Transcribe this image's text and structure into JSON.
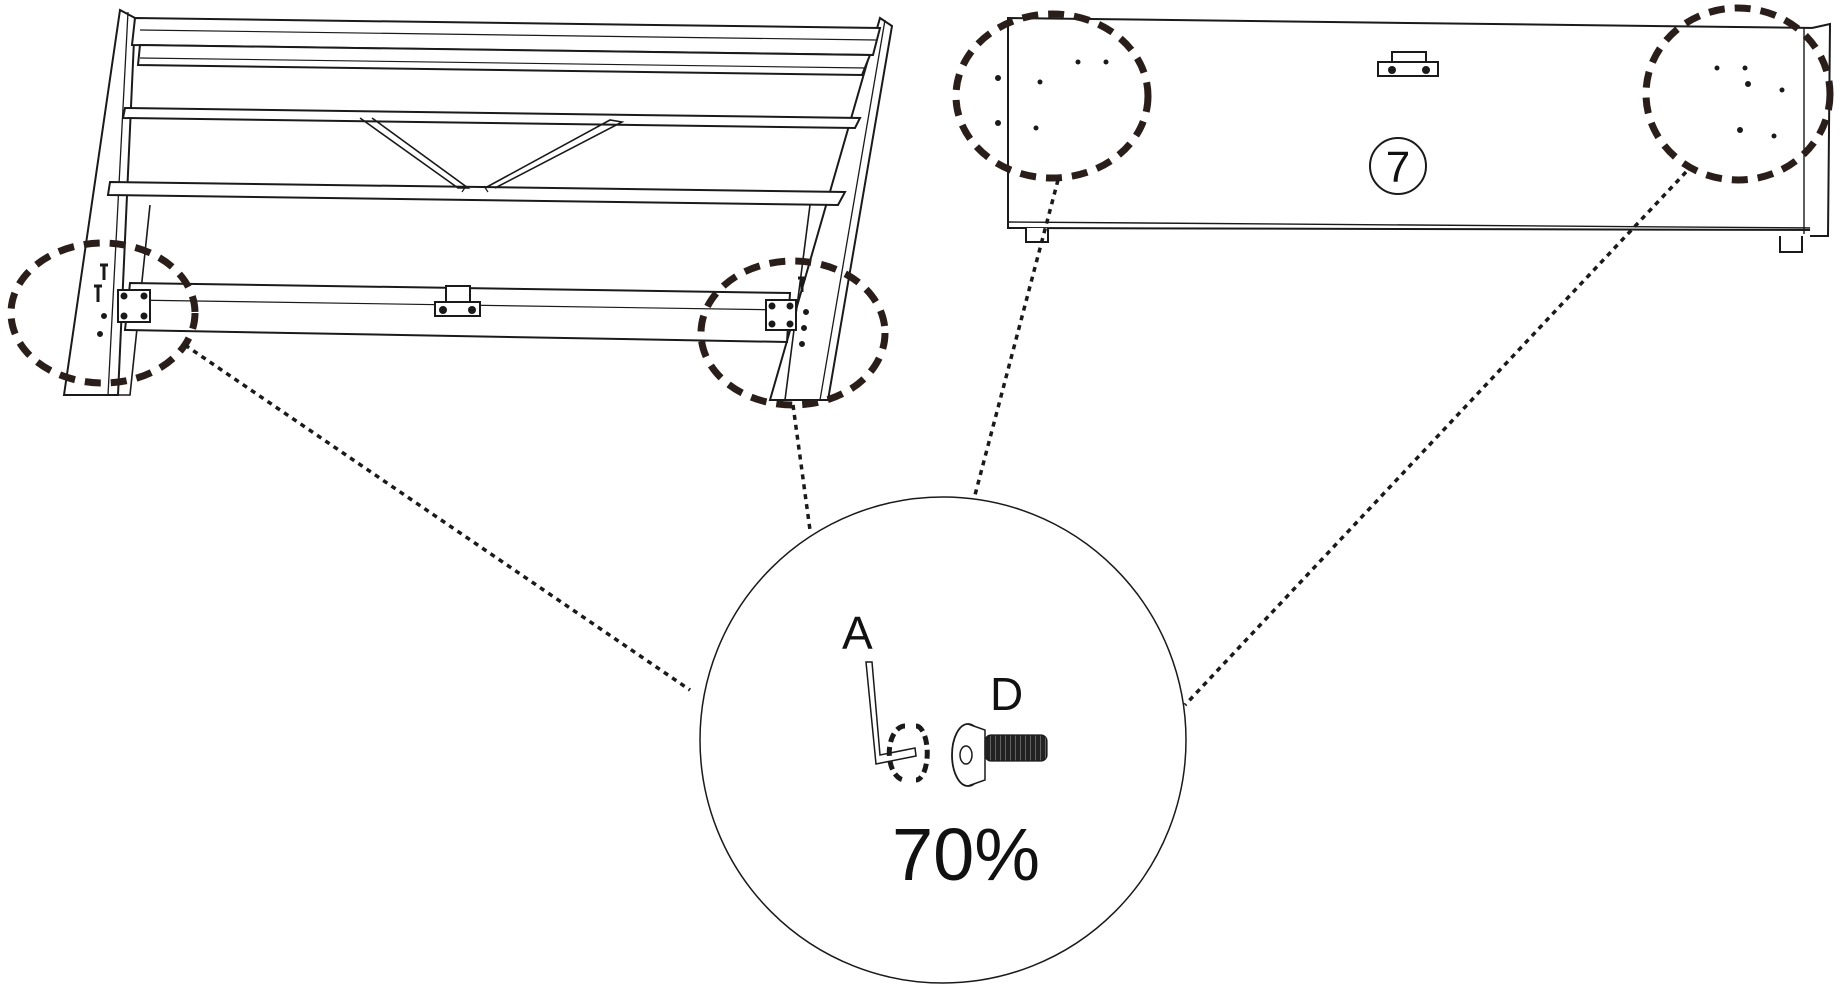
{
  "step": {
    "number": "7"
  },
  "detail": {
    "tool_label": "A",
    "screw_label": "D",
    "tighten_label": "70%"
  },
  "colors": {
    "line": "#1a1a1a",
    "dash": "#2a1e1a",
    "background": "#ffffff"
  },
  "icons": [
    "allen-key-icon",
    "rotate-arrow-icon",
    "screw-icon",
    "step-number-icon"
  ]
}
